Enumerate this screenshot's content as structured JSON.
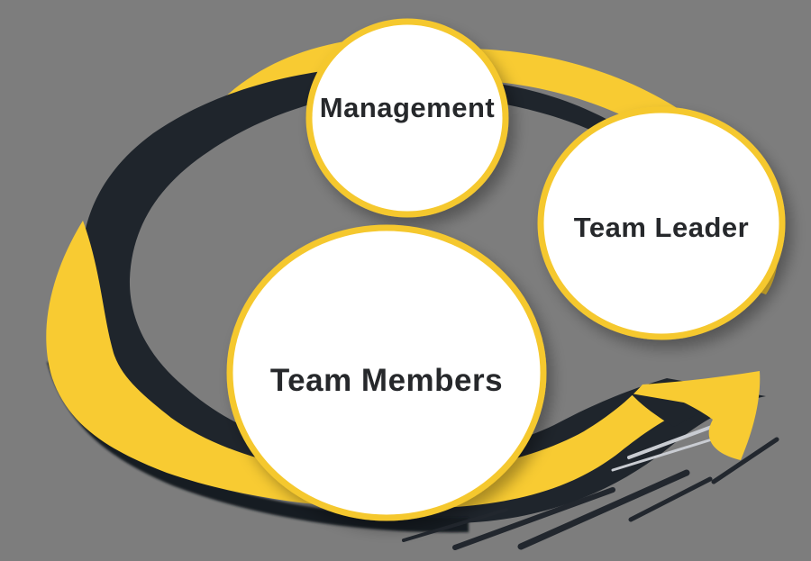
{
  "diagram": {
    "nodes": [
      {
        "id": "management",
        "label": "Management"
      },
      {
        "id": "team-leader",
        "label": "Team Leader"
      },
      {
        "id": "team-members",
        "label": "Team Members"
      }
    ],
    "colors": {
      "background": "#7d7d7d",
      "swoosh_yellow": "#f8cb32",
      "swoosh_black": "#1f252c",
      "dark_edge": "#161b21",
      "streak_dark": "#22272e",
      "streak_light": "#c9ccd2",
      "circle_fill": "#ffffff",
      "circle_border": "#f5c82d",
      "label_text": "#26282b"
    }
  }
}
